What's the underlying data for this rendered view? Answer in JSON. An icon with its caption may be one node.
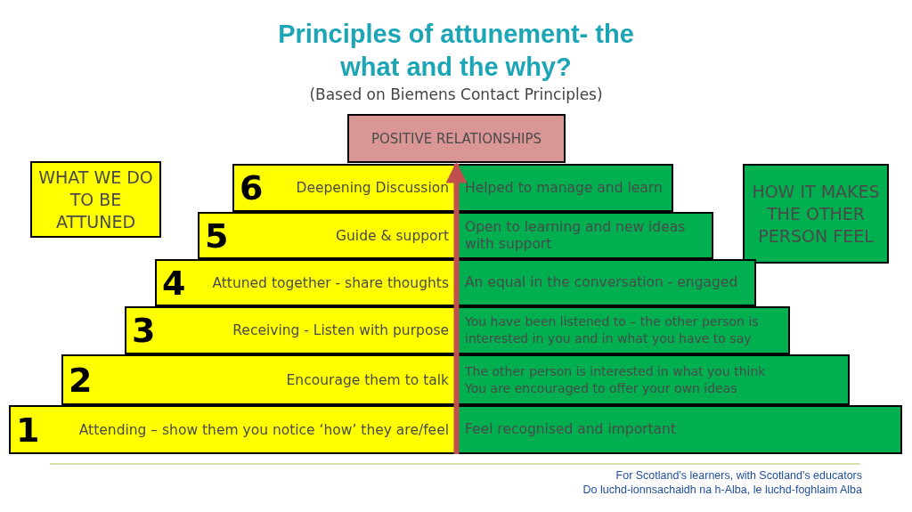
{
  "diagram": {
    "title": "Principles of attunement- the what and the why?",
    "nodes": [
      {
        "text": [
          "POSITIVE RELATIONSHIPS"
        ]
      },
      {
        "text": [
          "WHAT WE DO TO BE ATTUNED"
        ]
      },
      {
        "text": [
          "6",
          "Deepening Discussion"
        ]
      },
      {
        "text": [
          "Helped to manage and learn"
        ]
      },
      {
        "text": [
          "HOW IT MAKES THE OTHER PERSON FEEL"
        ]
      },
      {
        "text": [
          "5",
          "Guide & support"
        ]
      },
      {
        "text": [
          "Open to learning and new ideas with support"
        ]
      },
      {
        "text": [
          "4",
          "Attuned together -  share thoughts"
        ]
      },
      {
        "text": [
          "An equal in the conversation - engaged"
        ]
      },
      {
        "text": [
          "3",
          "Receiving - Listen with purpose"
        ]
      },
      {
        "text": [
          "You have been listened to – the other person is interested in you and in what you have to say"
        ]
      },
      {
        "text": [
          "2",
          "Encourage them to talk"
        ]
      },
      {
        "text": [
          "The other person is interested in what you think",
          "You are encouraged to offer your own ideas"
        ]
      },
      {
        "text": [
          "1",
          "Attending – show them you notice ‘how’ they are/feel"
        ]
      },
      {
        "text": [
          "Feel recognised and important"
        ]
      }
    ],
    "edges": [
      {
        "from": 14,
        "to": 0,
        "arrow": "to",
        "color": "#c0504d"
      }
    ],
    "labels": [
      "(Based on Biemens Contact Principles)",
      "For Scotland's learners, with Scotland's educators",
      "Do luchd-ionnsachaidh na h-Alba, le luchd-foghlaim Alba"
    ]
  }
}
